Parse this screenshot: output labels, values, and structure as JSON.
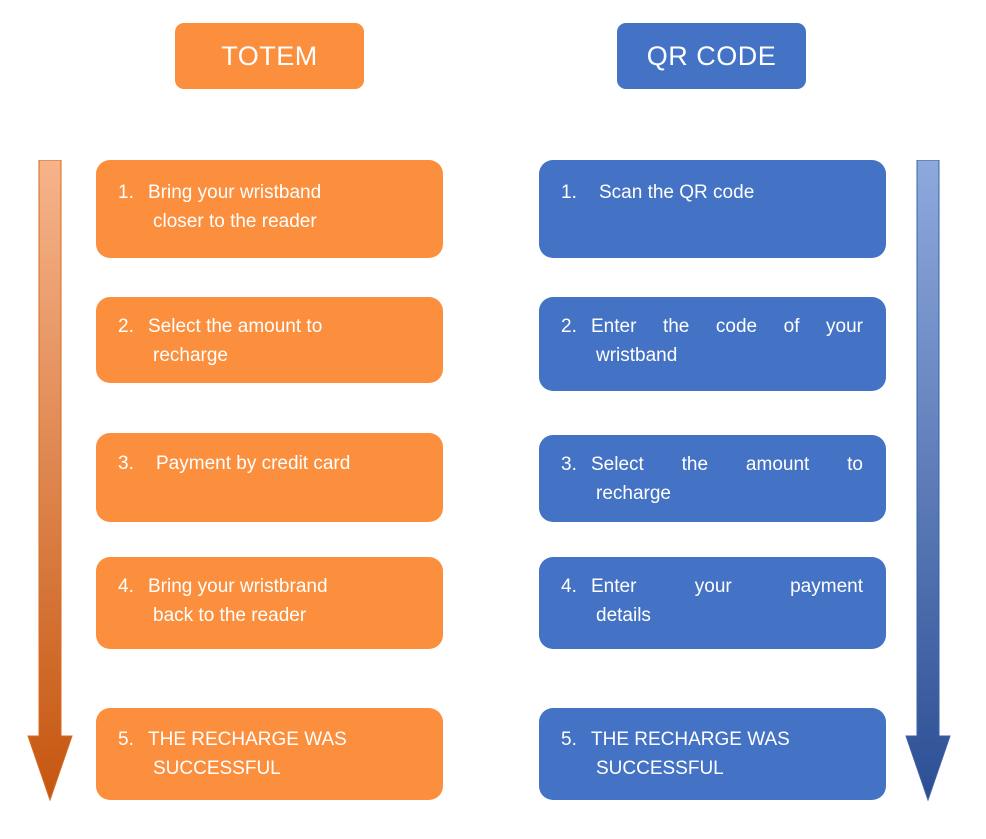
{
  "headers": {
    "totem": "TOTEM",
    "qr": "QR CODE"
  },
  "colors": {
    "orange": "#fb8f3e",
    "blue": "#4472c4"
  },
  "totem_steps": [
    {
      "num": "1.",
      "line1": "Bring your wristband",
      "line2": "closer to the reader"
    },
    {
      "num": "2.",
      "line1": "Select the amount to",
      "line2": "recharge"
    },
    {
      "num": "3.",
      "line1": "Payment by credit card",
      "line2": ""
    },
    {
      "num": "4.",
      "line1": "Bring your wristbrand",
      "line2": "back to the reader"
    },
    {
      "num": "5.",
      "line1": "THE RECHARGE WAS",
      "line2": "SUCCESSFUL"
    }
  ],
  "qr_steps": [
    {
      "num": "1.",
      "line1": "Scan the QR code",
      "line2": ""
    },
    {
      "num": "2.",
      "line1": "Enter the code of your",
      "line2": "wristband"
    },
    {
      "num": "3.",
      "line1": "Select the amount to",
      "line2": "recharge"
    },
    {
      "num": "4.",
      "line1": "Enter your payment",
      "line2": "details"
    },
    {
      "num": "5.",
      "line1": "THE RECHARGE WAS",
      "line2": "SUCCESSFUL"
    }
  ]
}
